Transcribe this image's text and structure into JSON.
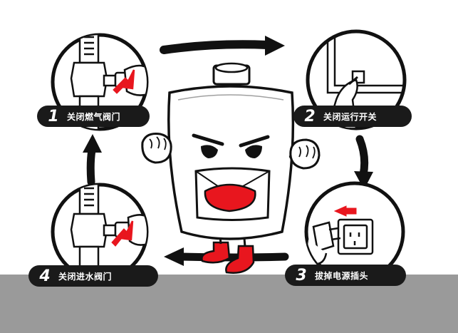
{
  "steps": [
    {
      "number": "1",
      "label": "关闭燃气阀门"
    },
    {
      "number": "2",
      "label": "关闭运行开关"
    },
    {
      "number": "3",
      "label": "拔掉电源插头"
    },
    {
      "number": "4",
      "label": "关闭进水阀门"
    }
  ],
  "colors": {
    "accent": "#e8161e",
    "ink": "#111111",
    "floor": "#9a9a9a",
    "background": "#ffffff"
  },
  "icons": [
    "gas-valve-icon",
    "power-switch-icon",
    "power-plug-icon",
    "water-valve-icon",
    "water-heater-mascot-icon",
    "cycle-arrow-icon"
  ]
}
